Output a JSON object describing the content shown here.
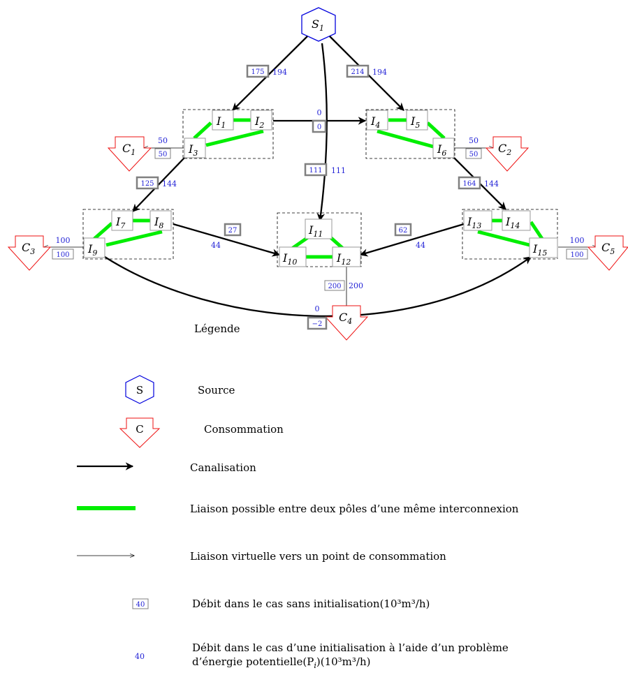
{
  "source": {
    "base": "S",
    "sub": "1"
  },
  "nodes": {
    "I1": {
      "base": "I",
      "sub": "1"
    },
    "I2": {
      "base": "I",
      "sub": "2"
    },
    "I3": {
      "base": "I",
      "sub": "3"
    },
    "I4": {
      "base": "I",
      "sub": "4"
    },
    "I5": {
      "base": "I",
      "sub": "5"
    },
    "I6": {
      "base": "I",
      "sub": "6"
    },
    "I7": {
      "base": "I",
      "sub": "7"
    },
    "I8": {
      "base": "I",
      "sub": "8"
    },
    "I9": {
      "base": "I",
      "sub": "9"
    },
    "I10": {
      "base": "I",
      "sub": "10"
    },
    "I11": {
      "base": "I",
      "sub": "11"
    },
    "I12": {
      "base": "I",
      "sub": "12"
    },
    "I13": {
      "base": "I",
      "sub": "13"
    },
    "I14": {
      "base": "I",
      "sub": "14"
    },
    "I15": {
      "base": "I",
      "sub": "15"
    }
  },
  "consumers": {
    "C1": {
      "base": "C",
      "sub": "1"
    },
    "C2": {
      "base": "C",
      "sub": "2"
    },
    "C3": {
      "base": "C",
      "sub": "3"
    },
    "C4": {
      "base": "C",
      "sub": "4"
    },
    "C5": {
      "base": "C",
      "sub": "5"
    }
  },
  "flows": {
    "s1_i1": {
      "box": "175",
      "plain": "194"
    },
    "s1_i4": {
      "box": "214",
      "plain": "194"
    },
    "s1_i11": {
      "box": "111",
      "plain": "111"
    },
    "i2_i4": {
      "box": "0",
      "plain": "0"
    },
    "i3_c1": {
      "box": "50",
      "plain": "50"
    },
    "i6_c2": {
      "box": "50",
      "plain": "50"
    },
    "i3_i7": {
      "box": "125",
      "plain": "144"
    },
    "i6_i14": {
      "box": "164",
      "plain": "144"
    },
    "i8_i10": {
      "box": "27",
      "plain": "44"
    },
    "i13_i12": {
      "box": "62",
      "plain": "44"
    },
    "i9_c3": {
      "box": "100",
      "plain": "100"
    },
    "i15_c5": {
      "box": "100",
      "plain": "100"
    },
    "i12_c4": {
      "box": "200",
      "plain": "200"
    },
    "i9_i15": {
      "box": "−2",
      "plain": "0"
    }
  },
  "legend": {
    "title": "Légende",
    "source_symbol": "S",
    "source_label": "Source",
    "consumer_symbol": "C",
    "consumer_label": "Consommation",
    "pipe_label": "Canalisation",
    "link_label": "Liaison possible entre deux pôles d’une même interconnexion",
    "virtual_label": "Liaison virtuelle vers un point de consommation",
    "box_example": "40",
    "box_text": "Débit dans le cas sans initialisation",
    "box_unit": "(10³m³/h)",
    "plain_example": "40",
    "plain_text_line1": "Débit dans le cas d’une initialisation à l’aide d’un problème",
    "plain_text_line2": "d’énergie potentielle(P",
    "plain_text_sub": "i",
    "plain_text_unit": ")(10³m³/h)"
  },
  "colors": {
    "pipe": "#000000",
    "link": "#00ee00",
    "source": "#0000dd",
    "consumer": "#ee1111",
    "value": "#2323d6",
    "box_border": "#808080"
  }
}
